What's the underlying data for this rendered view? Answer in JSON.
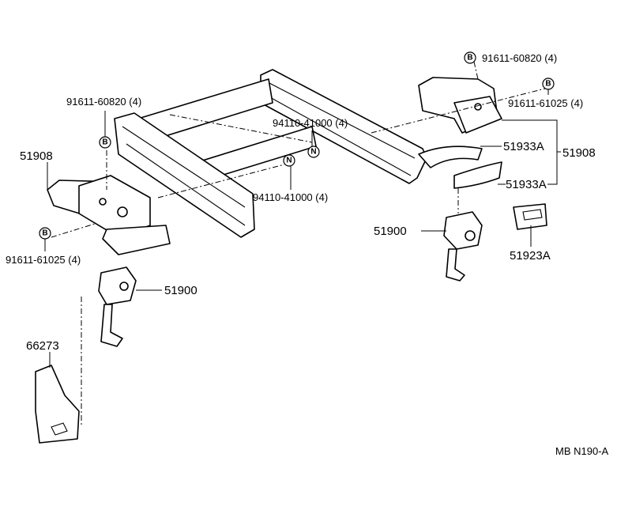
{
  "labels": {
    "bolt_b_top_left": "91611-60820 (4)",
    "bolt_b_top_right": "91611-60820 (4)",
    "bolt_b_right": "91611-61025 (4)",
    "bolt_b_left_bottom": "91611-61025 (4)",
    "nut_n_upper": "94110-41000 (4)",
    "nut_n_lower": "94110-41000 (4)",
    "bracket_left": "51908",
    "bracket_right": "51908",
    "cushion_upper": "51933A",
    "cushion_lower": "51933A",
    "hanger_left": "51900",
    "hanger_right": "51900",
    "bracket_small": "51923A",
    "cover": "66273",
    "diagram_code": "MB N190-A"
  },
  "badges": {
    "bolt": "B",
    "nut": "N"
  }
}
